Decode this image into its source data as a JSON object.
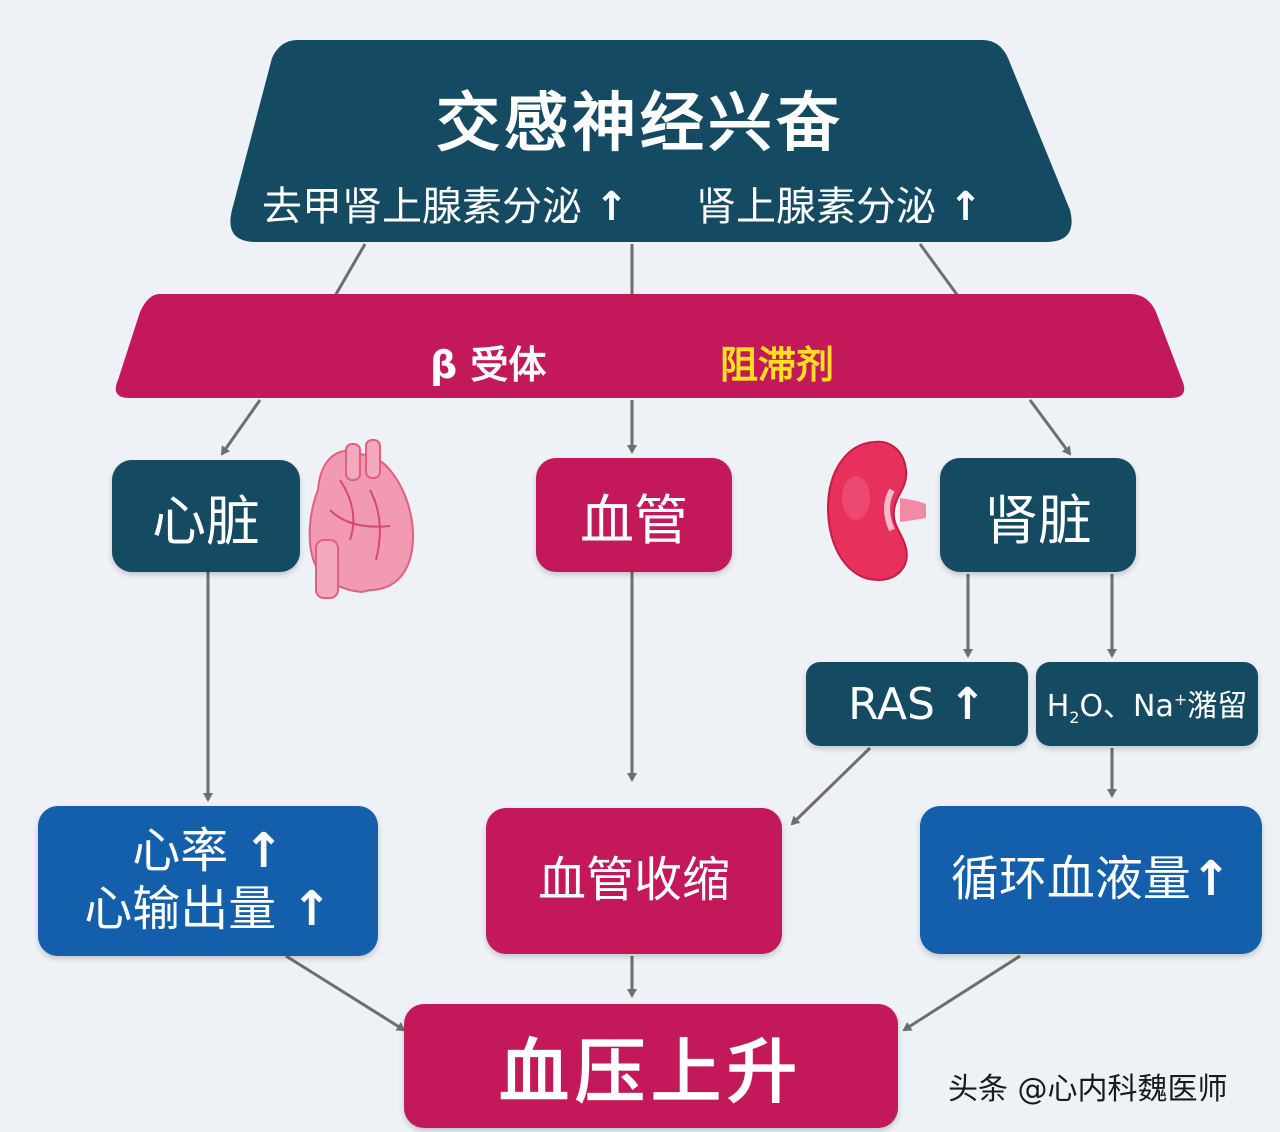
{
  "top": {
    "title": "交感神经兴奋",
    "subtitle_left": "去甲肾上腺素分泌",
    "subtitle_right": "肾上腺素分泌",
    "arrow": "↑"
  },
  "band": {
    "label": "β 受体",
    "highlight": "阻滞剂"
  },
  "organs": {
    "heart": "心脏",
    "vessel": "血管",
    "kidney": "肾脏"
  },
  "kidney_effects": {
    "ras": "RAS",
    "retention_prefix": "H",
    "retention_sub": "2",
    "retention_mid": "O、Na",
    "retention_sup": "+",
    "retention_suffix": "潴留",
    "arrow": "↑"
  },
  "results": {
    "heart_line1": "心率",
    "heart_line2": "心输出量",
    "vessel": "血管收缩",
    "kidney": "循环血液量",
    "arrow": "↑"
  },
  "final": "血压上升",
  "watermark": "头条 @心内科魏医师",
  "colors": {
    "teal": "#154b62",
    "crimson": "#c3185a",
    "blue": "#145fab",
    "highlight": "#ffe020",
    "background": "#eef2f6",
    "connector": "#6e6e6e"
  },
  "icons": [
    "heart-organ-icon",
    "kidney-organ-icon"
  ]
}
